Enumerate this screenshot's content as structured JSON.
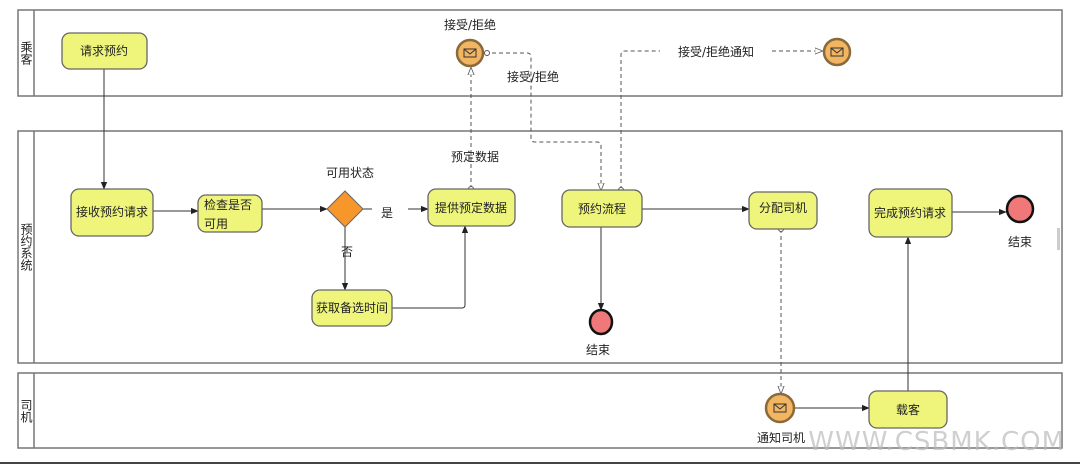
{
  "lanes": [
    {
      "label": "乘客"
    },
    {
      "label": "预约系统"
    },
    {
      "label": "司机"
    }
  ],
  "tasks": {
    "request": "请求预约",
    "receive": "接收预约请求",
    "check_line1": "检查是否",
    "check_line2": "可用",
    "provide": "提供预定数据",
    "alt_time": "获取备选时间",
    "process": "预约流程",
    "assign": "分配司机",
    "complete": "完成预约请求",
    "pickup": "载客"
  },
  "gateway": {
    "label": "可用状态",
    "yes": "是",
    "no": "否"
  },
  "labels": {
    "accept_reject_top": "接受/拒绝",
    "accept_reject_flow": "接受/拒绝",
    "booking_data": "预定数据",
    "accept_reject_notice": "接受/拒绝通知",
    "notify_driver": "通知司机",
    "end1": "结束",
    "end2": "结束"
  },
  "watermark": "WWW.CSBMK.COM",
  "colors": {
    "task": "#eef57a",
    "gateway": "#f7962a",
    "end": "#f07878",
    "message": "#f2b562"
  }
}
